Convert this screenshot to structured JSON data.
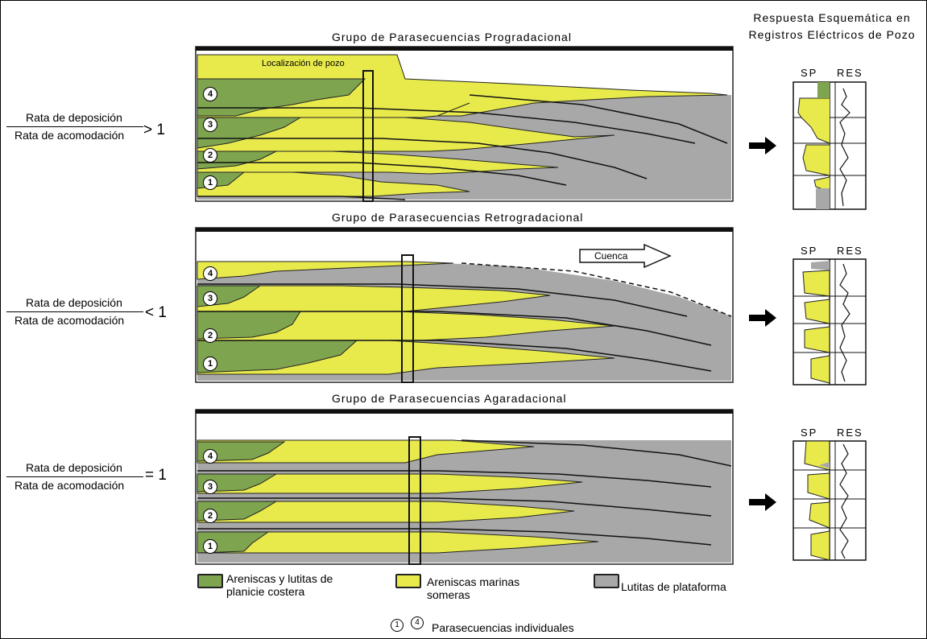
{
  "panels": [
    {
      "title": "Grupo de Parasecuencias Progradacional",
      "well_label": "Localización de pozo"
    },
    {
      "title": "Grupo de Parasecuencias Retrogradacional",
      "basin_label": "Cuenca"
    },
    {
      "title": "Grupo de Parasecuencias Agaradacional"
    }
  ],
  "ratios": [
    {
      "numerator": "Rata de deposición",
      "denominator": "Rata de acomodación",
      "operator": "> 1"
    },
    {
      "numerator": "Rata de deposición",
      "denominator": "Rata de acomodación",
      "operator": "< 1"
    },
    {
      "numerator": "Rata de deposición",
      "denominator": "Rata de acomodación",
      "operator": "= 1"
    }
  ],
  "response": {
    "title_line1": "Respuesta Esquemática en",
    "title_line2": "Registros Eléctricos de Pozo",
    "sp_label": "SP",
    "res_label": "RES"
  },
  "parasequence_numbers": [
    "4",
    "3",
    "2",
    "1"
  ],
  "legend": {
    "coastal": "Areniscas y lutitas de planicie costera",
    "coastal_line1": "Areniscas y lutitas de",
    "coastal_line2": "planicie costera",
    "marine_line1": "Areniscas marinas",
    "marine_line2": "someras",
    "shale": "Lutitas de plataforma",
    "marker_a": "1",
    "marker_b": "4",
    "individual": "Parasecuencias individuales"
  },
  "colors": {
    "coastal_green": "#7ea44f",
    "marine_yellow": "#e8ea4c",
    "shelf_gray": "#a8a8a8",
    "outline": "#1a1a1a"
  }
}
